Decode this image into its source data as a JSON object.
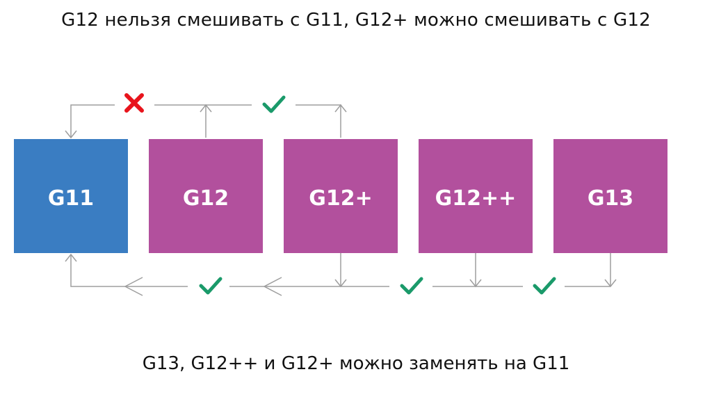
{
  "title_top": "G12 нельзя смешивать с G11, G12+ можно смешивать с G12",
  "title_bottom": "G13, G12++ и G12+ можно заменять на G11",
  "boxes": [
    {
      "label": "G11",
      "color": "#3a7dc2"
    },
    {
      "label": "G12",
      "color": "#b2509d"
    },
    {
      "label": "G12+",
      "color": "#b2509d"
    },
    {
      "label": "G12++",
      "color": "#b2509d"
    },
    {
      "label": "G13",
      "color": "#b2509d"
    }
  ],
  "colors": {
    "connector": "#9e9e9e",
    "check": "#1a9a6a",
    "cross": "#e8141c"
  },
  "marks": {
    "top": [
      "cross-icon",
      "check-icon"
    ],
    "bottom": [
      "check-icon",
      "check-icon",
      "check-icon"
    ]
  }
}
